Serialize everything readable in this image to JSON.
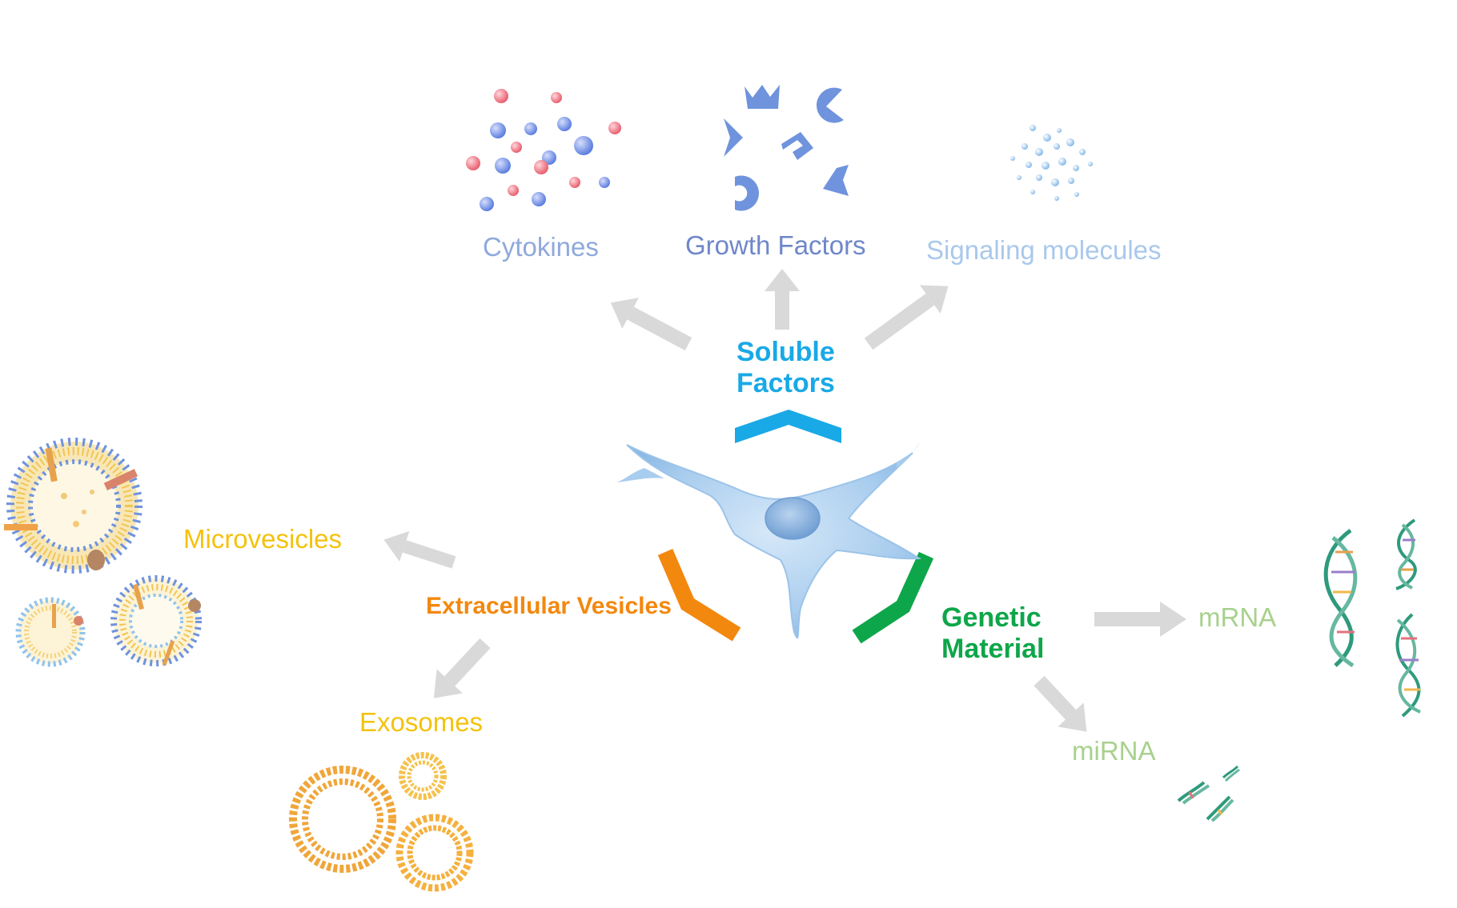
{
  "categories": {
    "soluble": {
      "line1": "Soluble",
      "line2": "Factors",
      "color": "#19a9e6"
    },
    "vesicles": {
      "label": "Extracellular Vesicles",
      "color": "#f3880f"
    },
    "genetic": {
      "line1": "Genetic",
      "line2": "Material",
      "color": "#0ea64a"
    }
  },
  "products": {
    "cytokines": {
      "label": "Cytokines",
      "color": "#8fa9dc"
    },
    "growth_factors": {
      "label": "Growth Factors",
      "color": "#6f87c9"
    },
    "signaling": {
      "label": "Signaling molecules",
      "color": "#a9c8ec"
    },
    "microvesicles": {
      "label": "Microvesicles",
      "color": "#f4c20d"
    },
    "exosomes": {
      "label": "Exosomes",
      "color": "#f4c20d"
    },
    "mrna": {
      "label": "mRNA",
      "color": "#a8d18d"
    },
    "mirna": {
      "label": "miRNA",
      "color": "#a8d18d"
    }
  },
  "colors": {
    "arrow": "#d9d9d9",
    "cell": "#a9cdee",
    "cell_nucleus": "#7fa9d8",
    "dna_strand": "#2e9a7c"
  },
  "icons": [
    "stem-cell-icon",
    "cytokine-particles-icon",
    "growth-factor-shapes-icon",
    "signaling-dots-icon",
    "microvesicle-icon",
    "exosome-icon",
    "mrna-helix-icon",
    "mirna-fragments-icon"
  ]
}
